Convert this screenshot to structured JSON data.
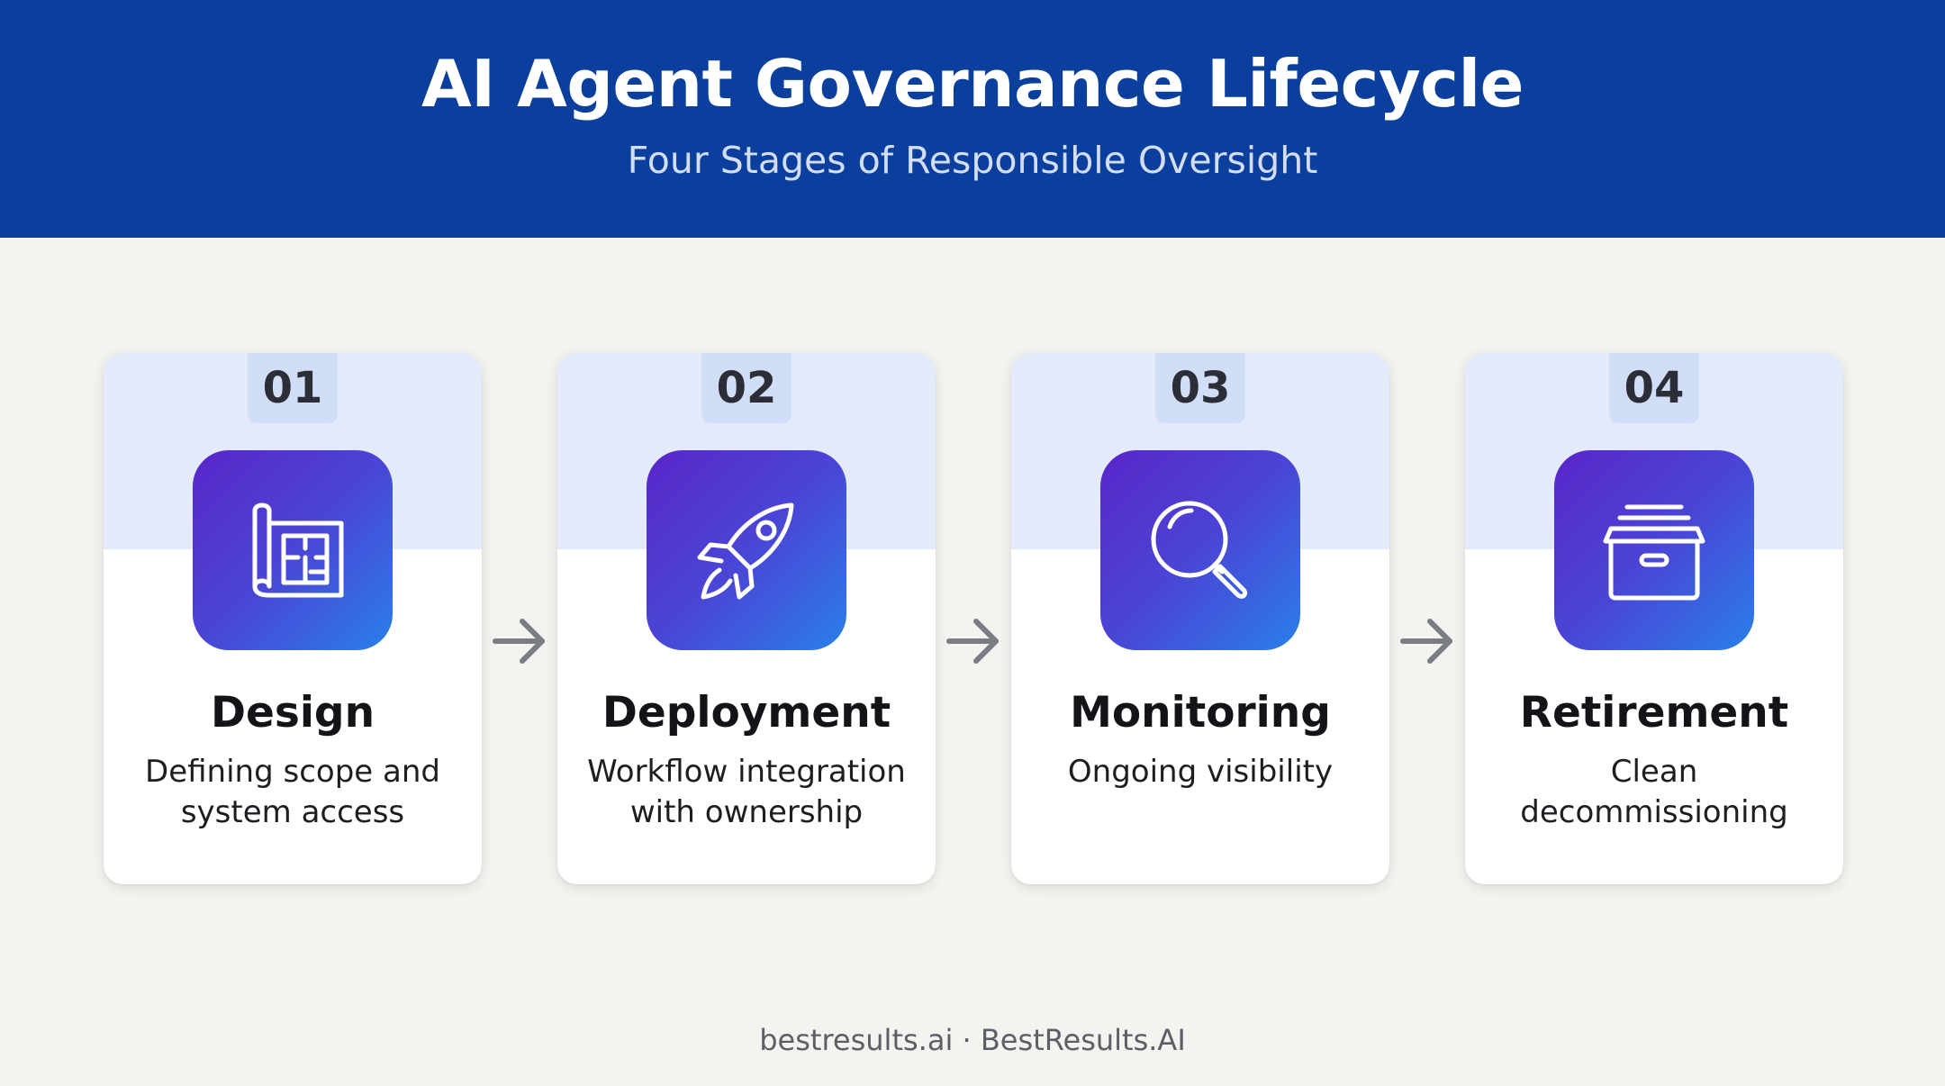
{
  "header": {
    "title": "AI Agent Governance Lifecycle",
    "subtitle": "Four Stages of Responsible Oversight"
  },
  "stages": [
    {
      "number": "01",
      "title": "Design",
      "description": "Defining scope and system access",
      "icon": "blueprint-icon"
    },
    {
      "number": "02",
      "title": "Deployment",
      "description": "Workflow integration with ownership",
      "icon": "rocket-icon"
    },
    {
      "number": "03",
      "title": "Monitoring",
      "description": "Ongoing visibility",
      "icon": "magnifier-icon"
    },
    {
      "number": "04",
      "title": "Retirement",
      "description": "Clean decommissioning",
      "icon": "archive-box-icon"
    }
  ],
  "arrows": [
    "arrow-right-icon",
    "arrow-right-icon",
    "arrow-right-icon"
  ],
  "footer": {
    "text": "bestresults.ai · BestResults.AI"
  },
  "colors": {
    "header_bg": "#0b3f9e",
    "page_bg": "#f3f3ef",
    "card_top": "#e3ebfb",
    "icon_gradient_start": "#5a26c9",
    "icon_gradient_end": "#2a7fe8",
    "arrow": "#7a7d82"
  }
}
